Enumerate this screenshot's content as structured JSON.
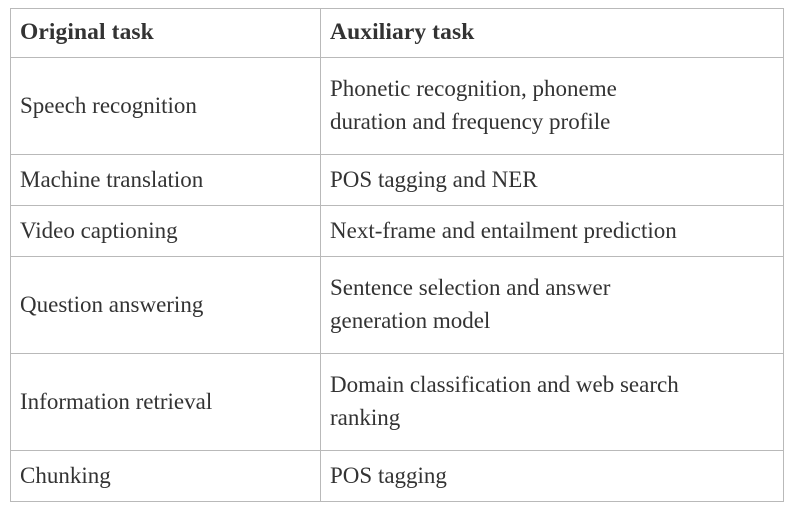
{
  "table": {
    "columns": [
      {
        "key": "original",
        "label": "Original task"
      },
      {
        "key": "auxiliary",
        "label": "Auxiliary task"
      }
    ],
    "rows": [
      {
        "original": "Speech recognition",
        "auxiliary": "Phonetic recognition, phoneme\nduration and frequency profile",
        "height": "tall"
      },
      {
        "original": "Machine translation",
        "auxiliary": "POS tagging and NER",
        "height": "short"
      },
      {
        "original": "Video captioning",
        "auxiliary": "Next-frame and entailment prediction",
        "height": "short"
      },
      {
        "original": "Question answering",
        "auxiliary": "Sentence selection and answer\ngeneration model",
        "height": "tall"
      },
      {
        "original": "Information retrieval",
        "auxiliary": "Domain classification and web search\nranking",
        "height": "tall"
      },
      {
        "original": "Chunking",
        "auxiliary": "POS tagging",
        "height": "short"
      }
    ]
  },
  "style": {
    "outer_border_color": "#5a5a5a",
    "inner_border_color": "#b9b9b9",
    "text_color": "#333333",
    "background_color": "#ffffff"
  }
}
